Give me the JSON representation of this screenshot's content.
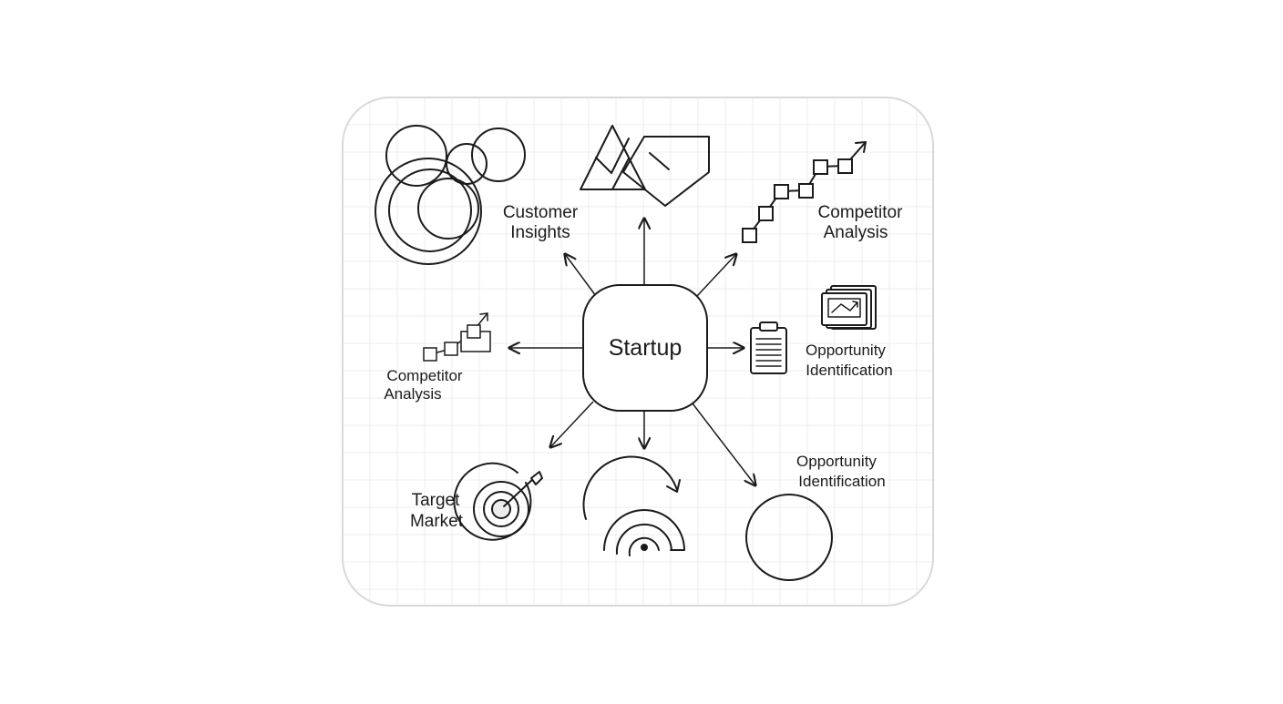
{
  "center": {
    "label": "Startup"
  },
  "nodes": [
    {
      "id": "customer-insights",
      "lines": [
        "Customer",
        "Insights"
      ]
    },
    {
      "id": "competitor-analysis-top",
      "lines": [
        "Competitor",
        "Analysis"
      ]
    },
    {
      "id": "competitor-analysis-left",
      "lines": [
        "Competitor",
        "Analysis"
      ]
    },
    {
      "id": "opportunity-identification-right",
      "lines": [
        "Opportunity",
        "Identification"
      ]
    },
    {
      "id": "target-market",
      "lines": [
        "Target",
        "Market"
      ]
    },
    {
      "id": "opportunity-identification-bottom",
      "lines": [
        "Opportunity",
        "Identification"
      ]
    }
  ],
  "icons": [
    "overlapping-circles-icon",
    "mountain-hexagon-icon",
    "rising-steps-arrow-icon",
    "small-rising-steps-icon",
    "clipboard-icon",
    "chart-cards-icon",
    "target-dart-icon",
    "rotation-arc-icon",
    "circle-icon"
  ],
  "colors": {
    "ink": "#1b1b1b",
    "panel_border": "#d9d9d9",
    "grid": "#ececec",
    "background": "#ffffff"
  }
}
